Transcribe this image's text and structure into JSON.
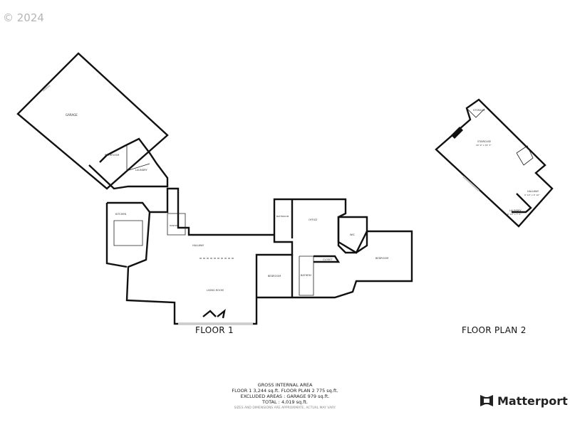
{
  "copyright": "© 2024",
  "floors": [
    {
      "label": "FLOOR 1",
      "rooms": [
        {
          "name": "GARAGE"
        },
        {
          "name": "BATHROOM"
        },
        {
          "name": "LAUNDRY"
        },
        {
          "name": "KITCHEN"
        },
        {
          "name": "PANTRY"
        },
        {
          "name": "HALLWAY"
        },
        {
          "name": "LIVING ROOM"
        },
        {
          "name": "BATHROOM"
        },
        {
          "name": "OFFICE"
        },
        {
          "name": "WIC"
        },
        {
          "name": "BEDROOM"
        },
        {
          "name": "CLOSET"
        },
        {
          "name": "BEDROOM"
        },
        {
          "name": "BATHRM"
        }
      ]
    },
    {
      "label": "FLOOR PLAN 2",
      "rooms": [
        {
          "name": "STORAGE"
        },
        {
          "name": "STAIRCASE",
          "dims": "20' 9\" x 33' 3\""
        },
        {
          "name": "HALLWAY",
          "dims": "6' 10\" x 9' 10\""
        },
        {
          "name": "LAUNDRY",
          "dims": "6' 10\" x 7' 0\""
        }
      ]
    }
  ],
  "summary": {
    "title": "GROSS INTERNAL AREA",
    "line1": "FLOOR 1 3,244 sq.ft.   FLOOR PLAN 2 775 sq.ft.",
    "line2": "EXCLUDED AREAS :  GARAGE 979 sq.ft.",
    "line3": "TOTAL :  4,019 sq.ft.",
    "note": "SIZES AND DIMENSIONS ARE APPROXIMATE, ACTUAL MAY VARY."
  },
  "brand": {
    "name": "Matterport",
    "logo_icon": "matterport-logo-icon",
    "color": "#222222"
  }
}
